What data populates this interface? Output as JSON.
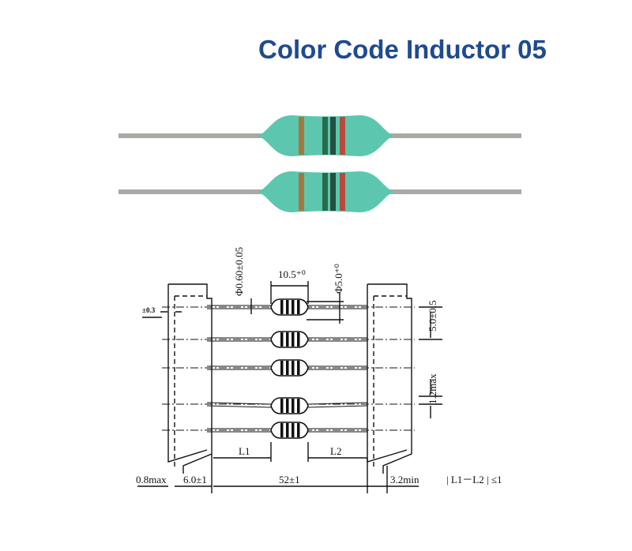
{
  "title": "Color Code Inductor 05",
  "colors": {
    "title": "#1f4a8f",
    "body": "#5cc7ae",
    "lead": "#a9aaa5"
  },
  "photos": [
    {
      "name": "inductor-photo-1",
      "bands": [
        "#b06a2a",
        "#1d5a3c",
        "#1b3a2e",
        "#c9342a"
      ]
    },
    {
      "name": "inductor-photo-2",
      "bands": [
        "#b06a2a",
        "#1d5a3c",
        "#1b3a2e",
        "#c9342a"
      ]
    }
  ],
  "dims": {
    "lead_dia": "Φ0.60±0.05",
    "body_len": "10.5⁺⁰",
    "body_dia": "Φ5.0⁺⁰",
    "pitch": "5.0±0.5",
    "offset": "±0.3",
    "skew": "1.2max",
    "tape_gap": "0.8max",
    "tape_width": "6.0±1",
    "span": "52±1",
    "min_len": "3.2min",
    "l1": "L1",
    "l2": "L2",
    "note": "| L1－L2 | ≤1"
  }
}
